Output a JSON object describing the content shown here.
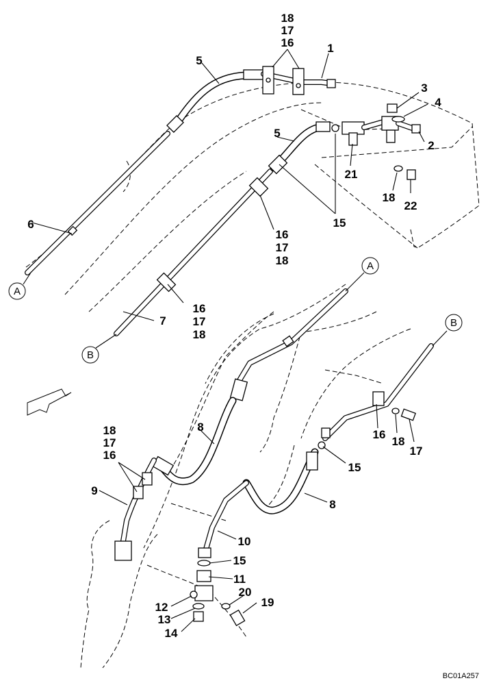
{
  "callouts": {
    "c1": "1",
    "c2": "2",
    "c3": "3",
    "c4": "4",
    "c5a": "5",
    "c5b": "5",
    "c6": "6",
    "c7": "7",
    "c8a": "8",
    "c8b": "8",
    "c9": "9",
    "c10": "10",
    "c11": "11",
    "c12": "12",
    "c13": "13",
    "c14": "14",
    "c15a": "15",
    "c15b": "15",
    "c15c": "15",
    "c16a": "16",
    "c17a": "17",
    "c18a": "18",
    "c16b": "16",
    "c17b": "17",
    "c18b": "18",
    "c16c": "16",
    "c17c": "17",
    "c18c": "18",
    "c16d": "16",
    "c17d": "17",
    "c18d": "18",
    "c16e": "16",
    "c17e": "17",
    "c18e": "18",
    "c18f": "18",
    "c19": "19",
    "c20": "20",
    "c21": "21",
    "c22": "22"
  },
  "connectors": {
    "a_top": "A",
    "b_top": "B",
    "a_bottom": "A",
    "b_bottom": "B"
  },
  "drawing_code": "BC01A257"
}
